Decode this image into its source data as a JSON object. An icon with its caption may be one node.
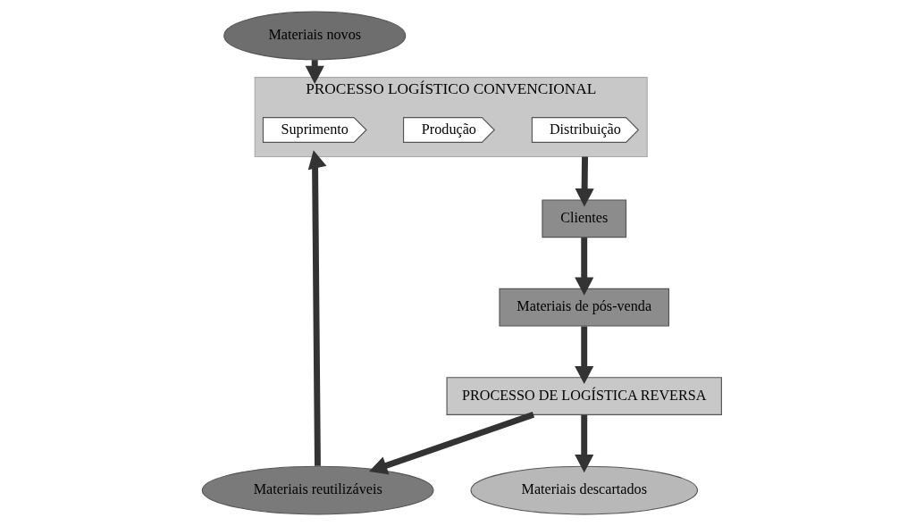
{
  "diagram": {
    "nodes": [
      {
        "text": [
          "Materiais novos"
        ]
      },
      {
        "text": [
          "PROCESSO LOGÍSTICO CONVENCIONAL"
        ]
      },
      {
        "text": [
          "Suprimento"
        ],
        "in": 1
      },
      {
        "text": [
          "Produção"
        ],
        "in": 1
      },
      {
        "text": [
          "Distribuição"
        ],
        "in": 1
      },
      {
        "text": [
          "Clientes"
        ]
      },
      {
        "text": [
          "Materiais reutilizáveis"
        ]
      },
      {
        "text": [
          "Materiais de pós-venda"
        ]
      },
      {
        "text": [
          "PROCESSO DE LOGÍSTICA REVERSA"
        ]
      },
      {
        "text": [
          "Materiais descartados"
        ]
      }
    ],
    "edges": [
      {
        "from": 0,
        "to": 1,
        "arrow": "to"
      },
      {
        "from": 1,
        "to": 5,
        "arrow": "to"
      },
      {
        "from": 5,
        "to": 7,
        "arrow": "to"
      },
      {
        "from": 7,
        "to": 8,
        "arrow": "to"
      },
      {
        "from": 8,
        "to": 6,
        "arrow": "to"
      },
      {
        "from": 8,
        "to": 9,
        "arrow": "to"
      },
      {
        "from": 6,
        "to": 1,
        "arrow": "to"
      }
    ]
  }
}
